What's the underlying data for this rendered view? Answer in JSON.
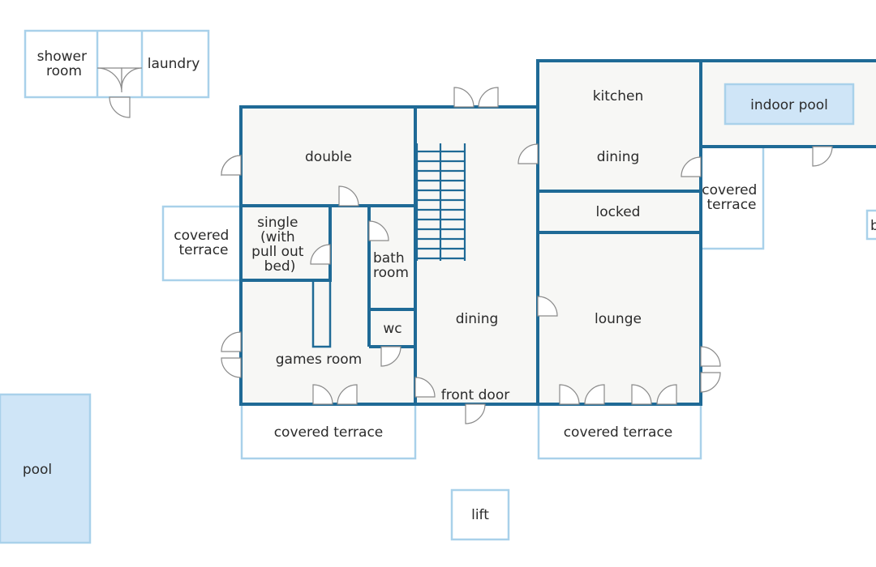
{
  "plan": {
    "rooms": {
      "shower_room": [
        "shower",
        "room"
      ],
      "laundry": "laundry",
      "kitchen": "kitchen",
      "indoor_pool": "indoor pool",
      "double": "double",
      "dining_right": "dining",
      "covered_terrace_right": [
        "covered",
        "terrace"
      ],
      "locked": "locked",
      "covered_terrace_left": [
        "covered",
        "terrace"
      ],
      "single": [
        "single",
        "(with",
        "pull out",
        "bed)"
      ],
      "bathroom": [
        "bath",
        "room"
      ],
      "dining_center": "dining",
      "lounge": "lounge",
      "wc": "wc",
      "games_room": "games room",
      "front_door": "front door",
      "covered_terrace_bottom_left": "covered terrace",
      "covered_terrace_bottom_right": "covered terrace",
      "pool": "pool",
      "lift": "lift",
      "edge_cut": "b"
    },
    "colors": {
      "wall": "#1f6a96",
      "outline": "#a9d1ea",
      "pool": "#cfe5f7",
      "room": "#f7f7f5"
    }
  }
}
